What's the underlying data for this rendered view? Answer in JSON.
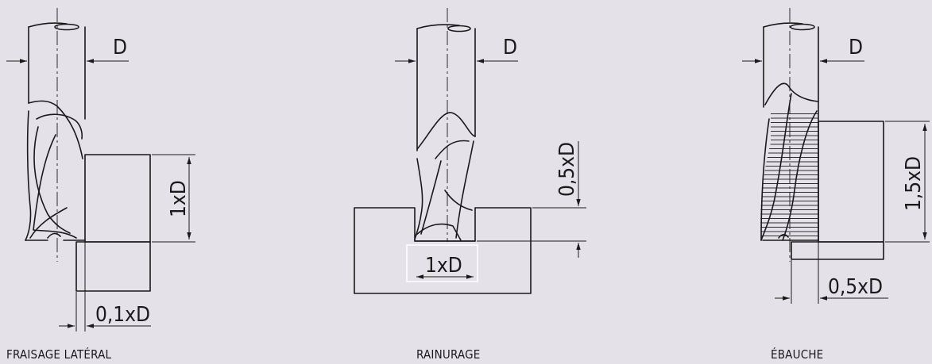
{
  "diagrams": [
    {
      "caption": "FRAISAGE LATÉRAL",
      "dimensions": {
        "diameter": "D",
        "depth": "1xD",
        "width": "0,1xD"
      }
    },
    {
      "caption": "RAINURAGE",
      "dimensions": {
        "diameter": "D",
        "depth": "0,5xD",
        "width": "1xD"
      }
    },
    {
      "caption": "ÉBAUCHE",
      "dimensions": {
        "diameter": "D",
        "depth": "1,5xD",
        "width": "0,5xD"
      }
    }
  ],
  "colors": {
    "background": "#e4e1e8",
    "line": "#1a1a1a"
  }
}
